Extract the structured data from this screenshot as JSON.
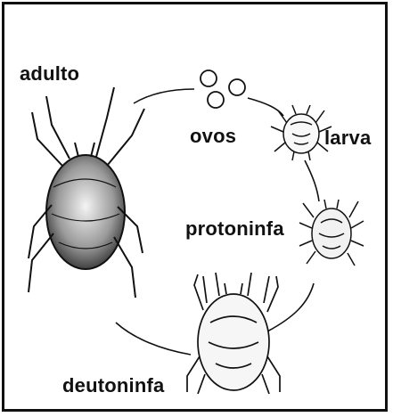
{
  "labels": {
    "adult": "adulto",
    "eggs": "ovos",
    "larva": "larva",
    "protonymph": "protoninfa",
    "deutonymph": "deutoninfa"
  },
  "stages": [
    {
      "key": "eggs",
      "icon": "egg-cluster-icon"
    },
    {
      "key": "larva",
      "icon": "mite-larva-icon"
    },
    {
      "key": "protonymph",
      "icon": "mite-protonymph-icon"
    },
    {
      "key": "deutonymph",
      "icon": "mite-deutonymph-icon"
    },
    {
      "key": "adult",
      "icon": "mite-adult-icon"
    }
  ],
  "colors": {
    "ink": "#111111",
    "background": "#ffffff"
  }
}
